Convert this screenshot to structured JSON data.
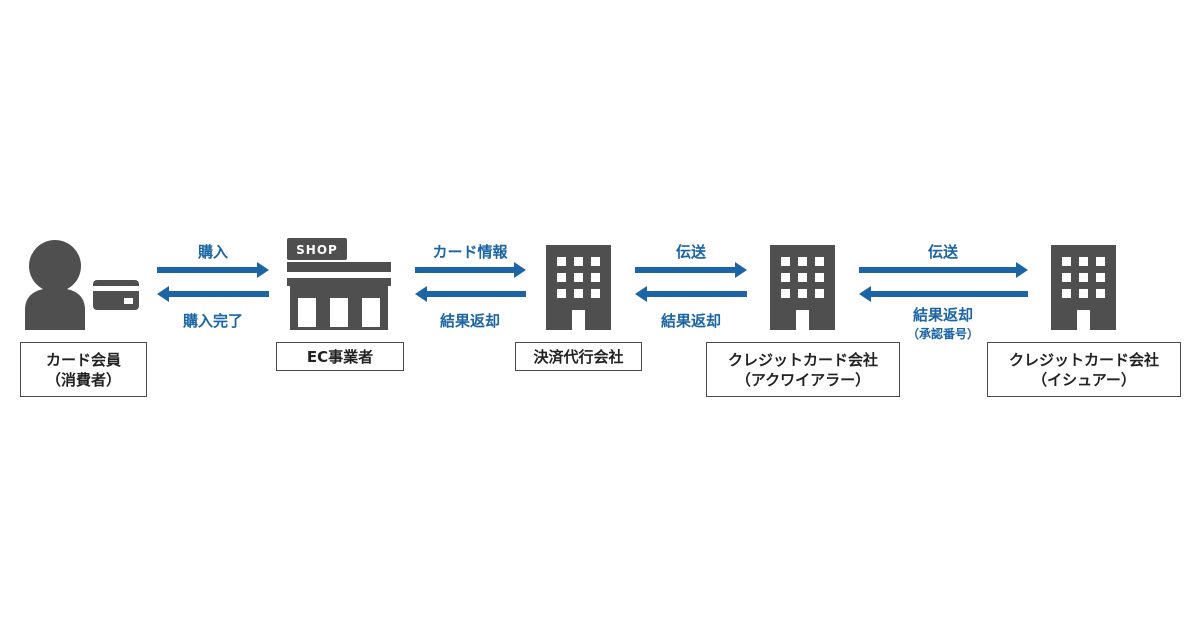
{
  "colors": {
    "icon": "#4f4f4f",
    "arrow": "#1b65a6",
    "text": "#222222"
  },
  "nodes": [
    {
      "id": "consumer",
      "icon": "person-with-card-icon",
      "line1": "カード会員",
      "line2": "（消費者）"
    },
    {
      "id": "ec",
      "icon": "shop-icon",
      "shop_sign": "SHOP",
      "line1": "EC事業者",
      "line2": ""
    },
    {
      "id": "psp",
      "icon": "building-icon",
      "line1": "決済代行会社",
      "line2": ""
    },
    {
      "id": "acquirer",
      "icon": "building-icon",
      "line1": "クレジットカード会社",
      "line2": "（アクワイアラー）"
    },
    {
      "id": "issuer",
      "icon": "building-icon",
      "line1": "クレジットカード会社",
      "line2": "（イシュアー）"
    }
  ],
  "arrows": [
    {
      "forward": "購入",
      "back": "購入完了",
      "back_sub": ""
    },
    {
      "forward": "カード情報",
      "back": "結果返却",
      "back_sub": ""
    },
    {
      "forward": "伝送",
      "back": "結果返却",
      "back_sub": ""
    },
    {
      "forward": "伝送",
      "back": "結果返却",
      "back_sub": "（承認番号）"
    }
  ]
}
